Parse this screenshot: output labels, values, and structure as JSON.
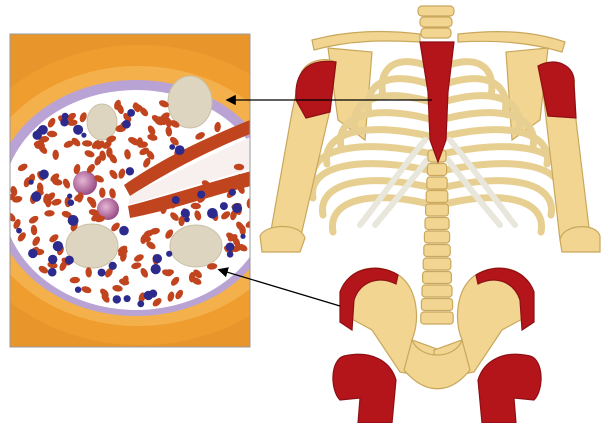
{
  "figure": {
    "description_visible_text": "",
    "inset": {
      "subject": "bone-marrow-cross-section",
      "cell_types": [
        "red-blood-cell",
        "white-blood-cell",
        "fat-cell",
        "megakaryocyte",
        "blood-vessel"
      ]
    },
    "skeleton": {
      "marrow_sites": [
        "sternum",
        "left-humerus-head",
        "right-humerus-head",
        "left-ilium",
        "right-ilium",
        "left-femur-head",
        "right-femur-head"
      ]
    },
    "arrows": 2,
    "colors": {
      "bone": "#f1d591",
      "bone_outline": "#c9a85c",
      "red_marrow": "#b3151b",
      "rbc": "#c0441e",
      "wbc": "#2c2a8c",
      "fat": "#ded7c2",
      "periosteum": "#e4942a",
      "endosteum": "#b29bd0",
      "background": "#ffffff"
    }
  }
}
